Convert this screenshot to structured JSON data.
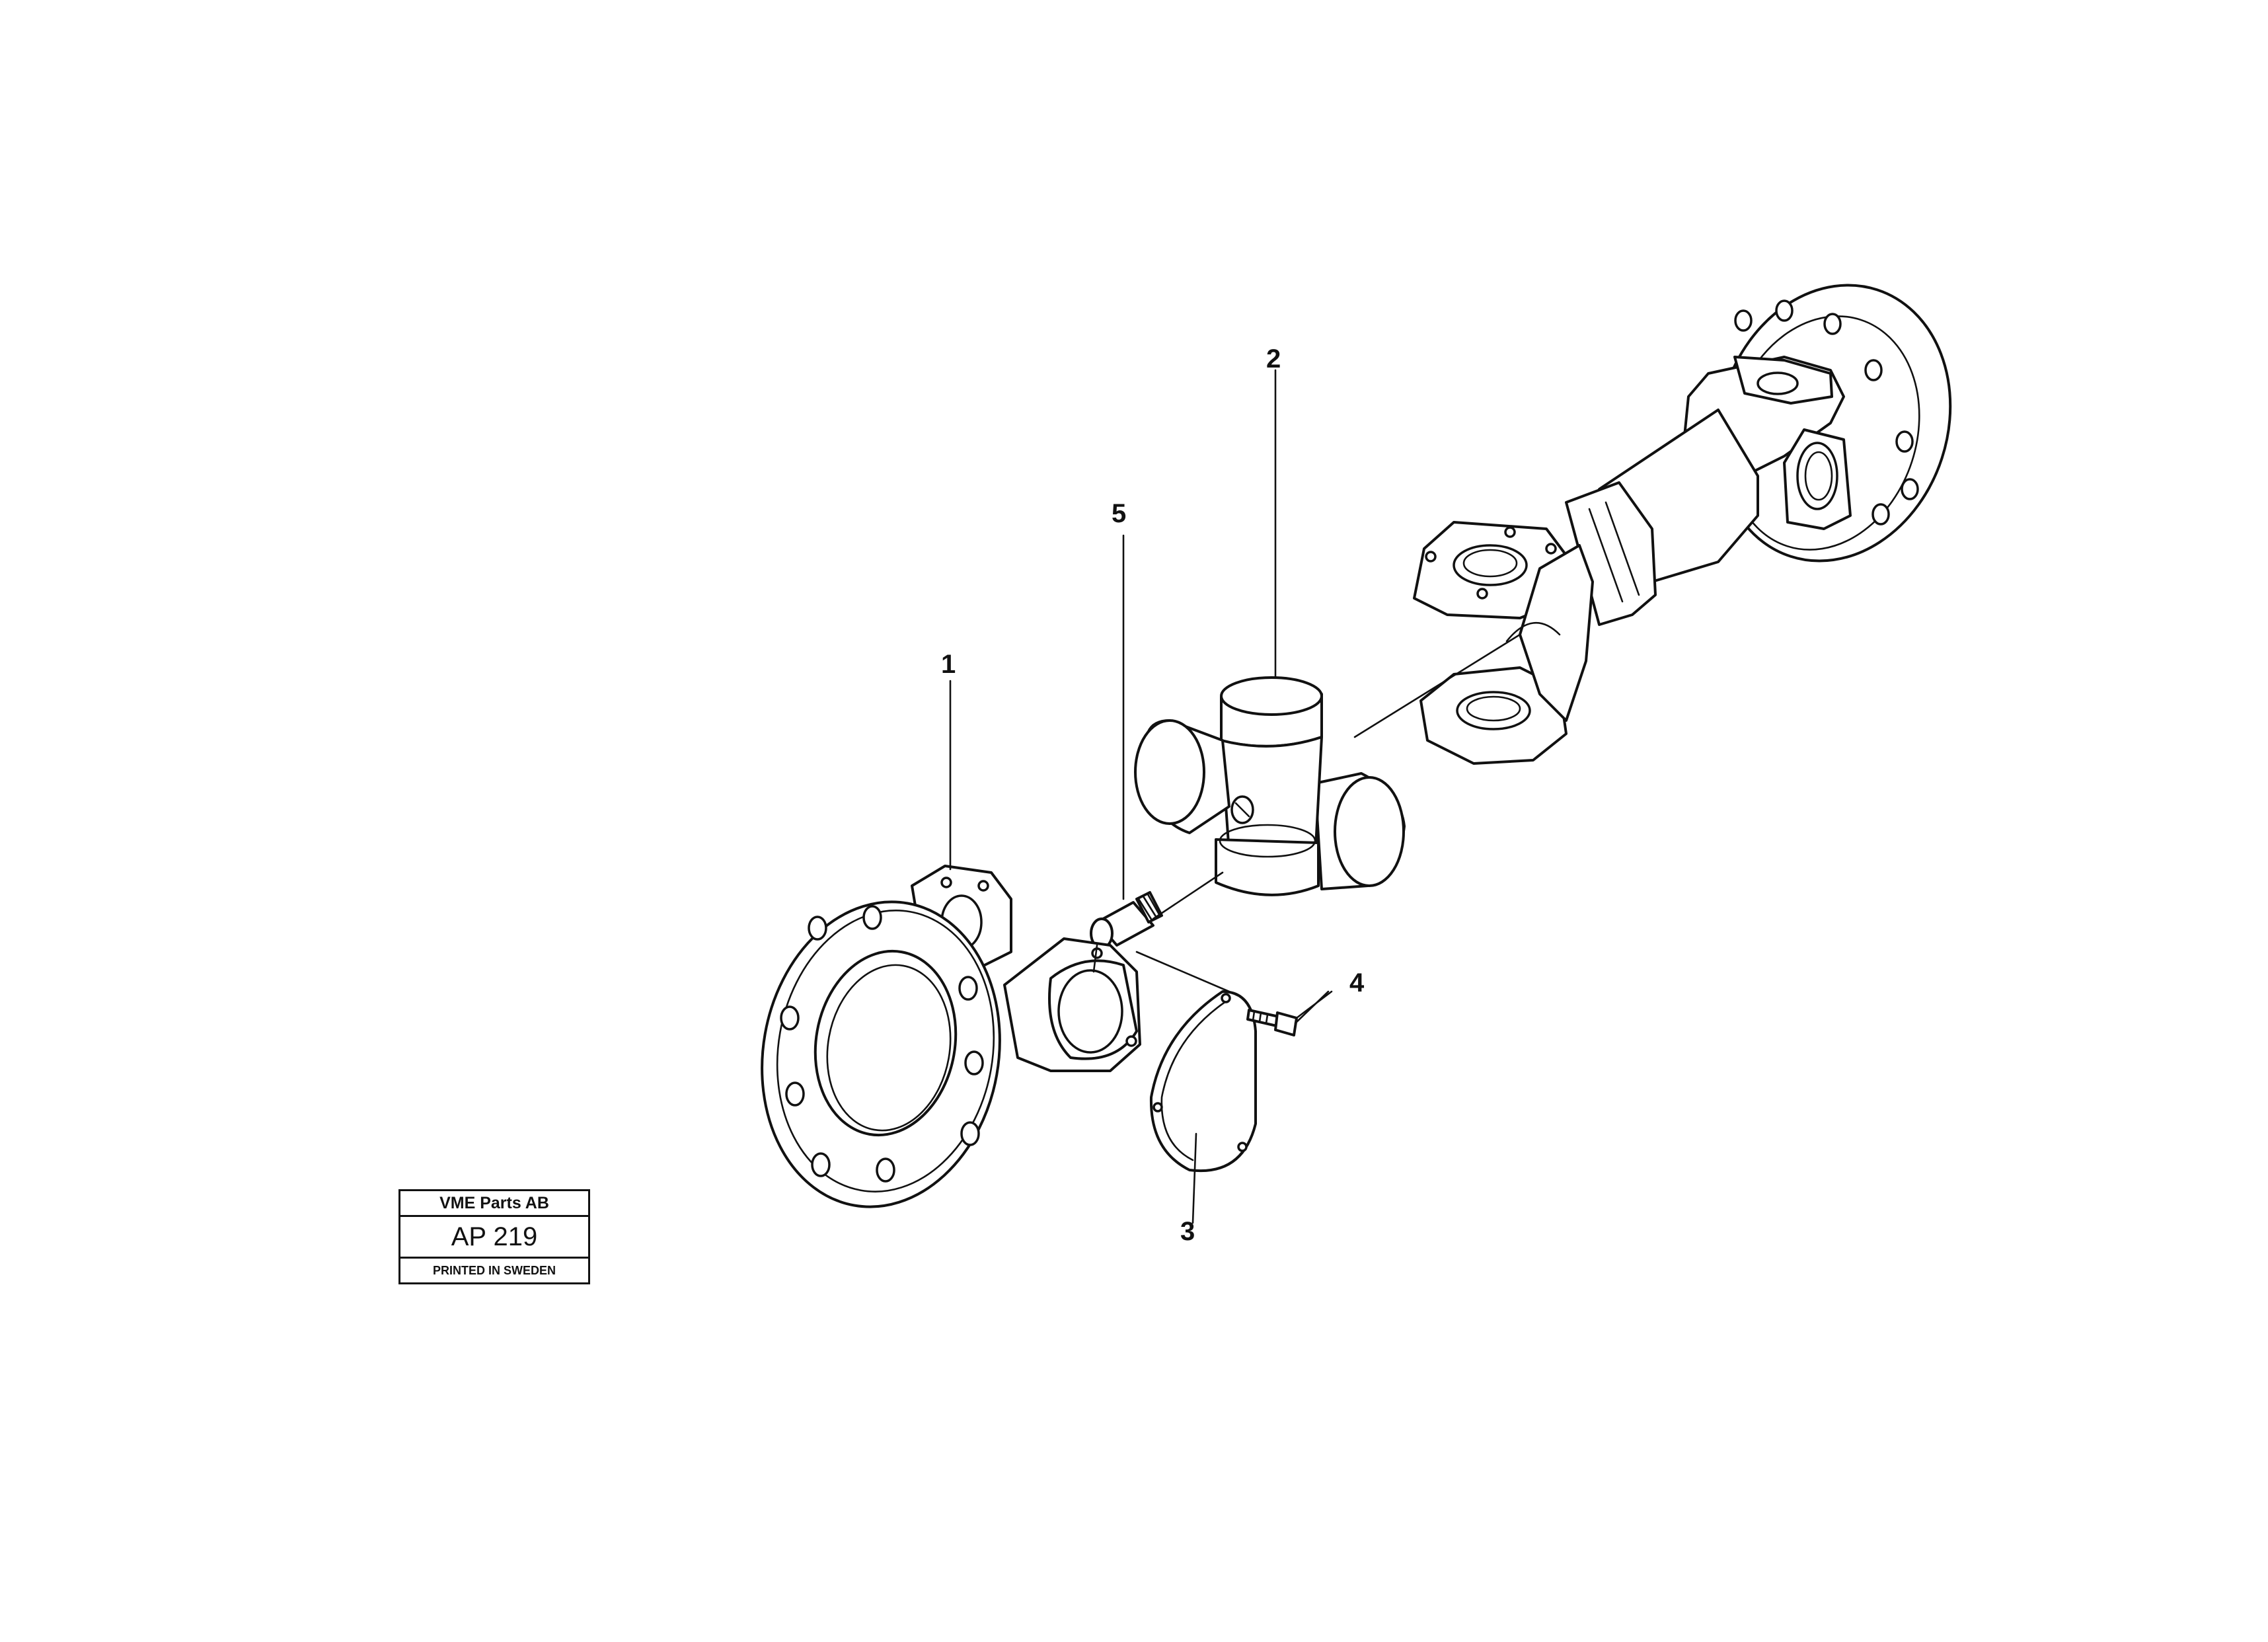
{
  "diagram": {
    "callouts": [
      "1",
      "2",
      "3",
      "4",
      "5"
    ],
    "title_block": {
      "company": "VME Parts AB",
      "code": "AP 219",
      "printed": "PRINTED IN SWEDEN"
    }
  }
}
